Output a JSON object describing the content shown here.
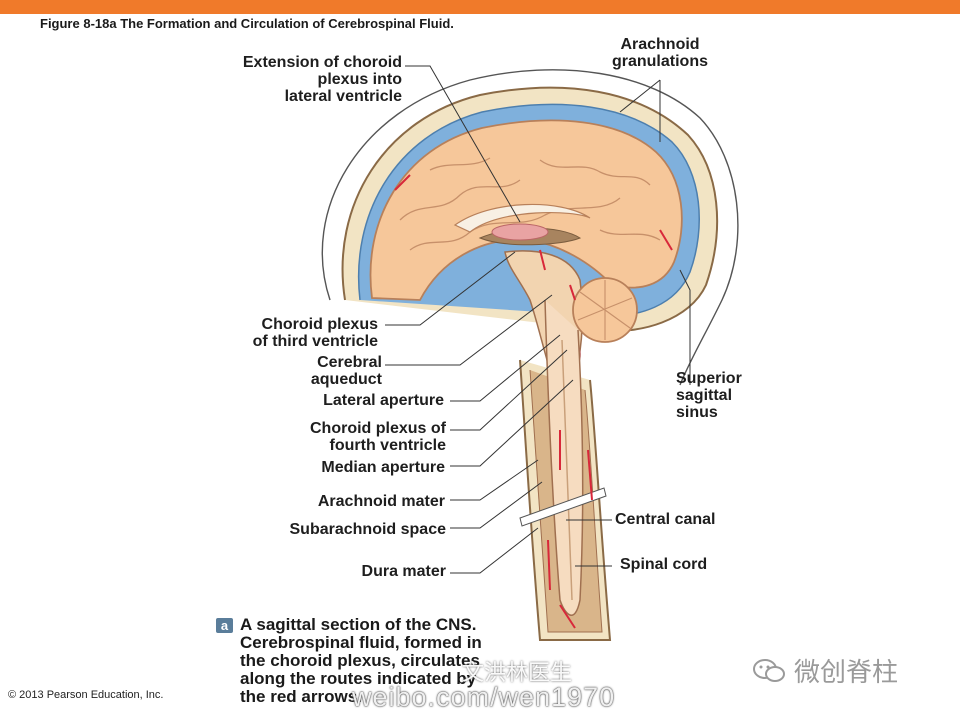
{
  "figure": {
    "title": "Figure 8-18a  The Formation and Circulation of Cerebrospinal Fluid.",
    "caption_badge": "a",
    "caption": "A sagittal section of the CNS.\nCerebrospinal fluid, formed in\nthe choroid plexus, circulates\nalong the routes indicated by\nthe red arrows."
  },
  "labels": {
    "extension_choroid": "Extension of choroid\nplexus into\nlateral ventricle",
    "arachnoid_granulations": "Arachnoid\ngranulations",
    "choroid_third": "Choroid plexus\nof third ventricle",
    "cerebral_aqueduct": "Cerebral\naqueduct",
    "lateral_aperture": "Lateral aperture",
    "choroid_fourth": "Choroid plexus of\nfourth ventricle",
    "median_aperture": "Median aperture",
    "arachnoid_mater": "Arachnoid mater",
    "subarachnoid_space": "Subarachnoid space",
    "dura_mater": "Dura mater",
    "superior_sagittal_sinus": "Superior\nsagittal\nsinus",
    "central_canal": "Central canal",
    "spinal_cord": "Spinal cord"
  },
  "footer": {
    "copyright": "© 2013 Pearson Education, Inc.",
    "watermark_weibo": "weibo.com/wen1970",
    "watermark_name": "文洪林医生",
    "wechat_account": "微创脊柱"
  },
  "colors": {
    "top_bar": "#f07a2a",
    "brain": "#f6c79a",
    "meninges": "#d9a46b",
    "csf": "#7fb0dc",
    "arrows": "#d8283a",
    "ventricle": "#a8845f"
  }
}
